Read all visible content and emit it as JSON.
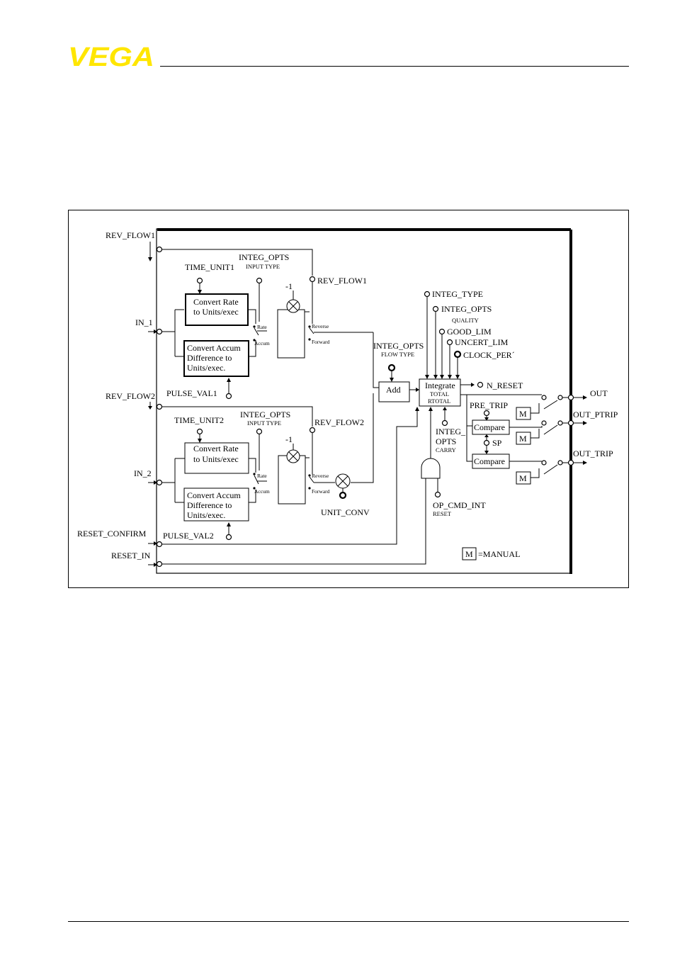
{
  "header": {
    "logo_text": "VEGA",
    "logo_color": "#FFE600"
  },
  "diagram": {
    "inputs": {
      "rev_flow1": "REV_FLOW1",
      "in_1": "IN_1",
      "rev_flow2": "REV_FLOW2",
      "in_2": "IN_2",
      "reset_confirm": "RESET_CONFIRM",
      "reset_in": "RESET_IN"
    },
    "params": {
      "time_unit1": "TIME_UNIT1",
      "integ_opts_input1": "INTEG_OPTS",
      "input_type1": "INPUT TYPE",
      "rev_flow1_inner": "REV_FLOW1",
      "pulse_val1": "PULSE_VAL1",
      "time_unit2": "TIME_UNIT2",
      "integ_opts_input2": "INTEG_OPTS",
      "input_type2": "INPUT TYPE",
      "rev_flow2_inner": "REV_FLOW2",
      "pulse_val2": "PULSE_VAL2",
      "unit_conv": "UNIT_CONV",
      "integ_opts_flow": "INTEG_OPTS",
      "flow_type": "FLOW TYPE",
      "integ_type": "INTEG_TYPE",
      "integ_opts_quality": "INTEG_OPTS",
      "quality": "QUALITY",
      "good_lim": "GOOD_LIM",
      "uncert_lim": "UNCERT_LIM",
      "clock_per": "CLOCK_PER´",
      "integ_opts_carry_a": "INTEG_",
      "integ_opts_carry_b": "OPTS",
      "carry": "CARRY",
      "op_cmd_int": "OP_CMD_INT",
      "reset_sub": "RESET",
      "pre_trip": "PRE_TRIP",
      "sp": "SP",
      "n_reset": "N_RESET",
      "minus_one_1": "-1",
      "minus_one_2": "-1"
    },
    "blocks": {
      "convert_rate1_l1": "Convert Rate",
      "convert_rate1_l2": "to Units/exec",
      "convert_accum1_l1": "Convert Accum",
      "convert_accum1_l2": "Difference to",
      "convert_accum1_l3": "Units/exec.",
      "convert_rate2_l1": "Convert Rate",
      "convert_rate2_l2": "to Units/exec",
      "convert_accum2_l1": "Convert Accum",
      "convert_accum2_l2": "Difference to",
      "convert_accum2_l3": "Units/exec.",
      "add": "Add",
      "integrate": "Integrate",
      "total": "TOTAL",
      "rtotal": "RTOTAL",
      "compare1": "Compare",
      "compare2": "Compare",
      "manual_m1": "M",
      "manual_m2": "M",
      "manual_m3": "M"
    },
    "switch_labels": {
      "rate1": "Rate",
      "accum1": "Accum",
      "reverse1": "Reverse",
      "forward1": "Forward",
      "rate2": "Rate",
      "accum2": "Accum",
      "reverse2": "Reverse",
      "forward2": "Forward"
    },
    "outputs": {
      "out": "OUT",
      "out_ptrip": "OUT_PTRIP",
      "out_trip": "OUT_TRIP"
    },
    "legend": {
      "m": "M",
      "text": "=MANUAL"
    }
  }
}
